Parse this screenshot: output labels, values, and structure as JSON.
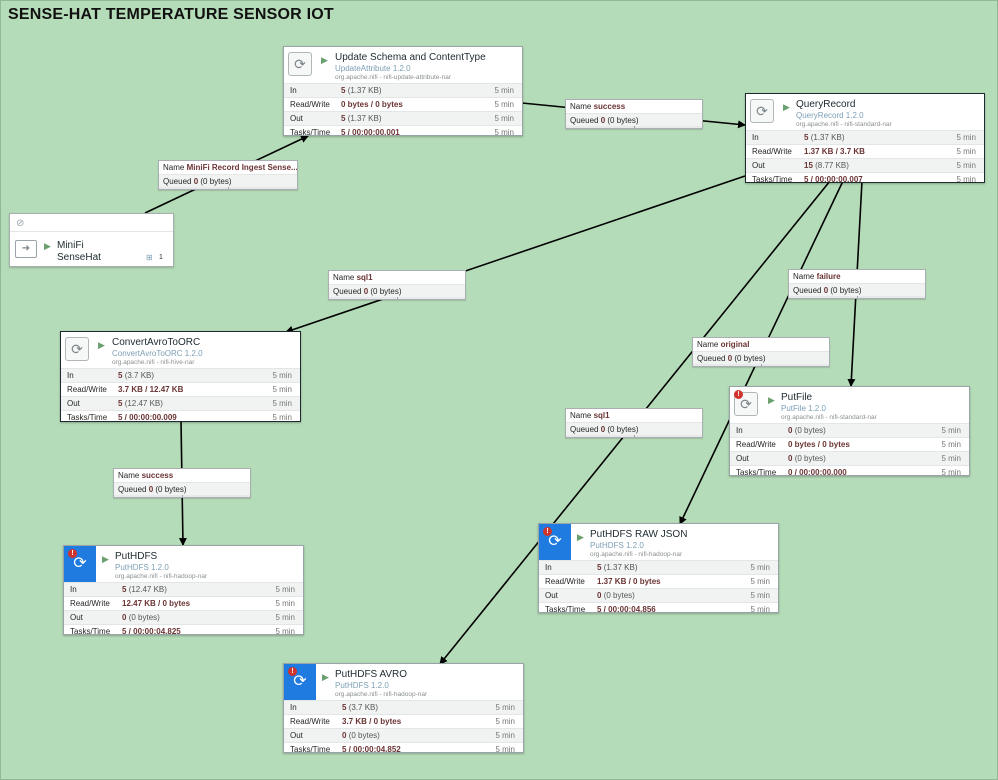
{
  "canvas": {
    "title": "SENSE-HAT TEMPERATURE SENSOR IOT",
    "background_color": "#b5dcb8"
  },
  "remote_group": {
    "name_line1": "MiniFi",
    "name_line2": "SenseHat",
    "port_count": "1"
  },
  "processors": {
    "update_schema": {
      "name": "Update Schema and ContentType",
      "type": "UpdateAttribute 1.2.0",
      "bundle": "org.apache.nifi - nifi-update-attribute-nar",
      "in_count": "5",
      "in_size": "(1.37 KB)",
      "in_time": "5 min",
      "rw": "0 bytes / 0 bytes",
      "rw_time": "5 min",
      "out_count": "5",
      "out_size": "(1.37 KB)",
      "out_time": "5 min",
      "tasks": "5 / 00:00:00.001",
      "tasks_time": "5 min"
    },
    "query_record": {
      "name": "QueryRecord",
      "type": "QueryRecord 1.2.0",
      "bundle": "org.apache.nifi - nifi-standard-nar",
      "in_count": "5",
      "in_size": "(1.37 KB)",
      "in_time": "5 min",
      "rw": "1.37 KB / 3.7 KB",
      "rw_time": "5 min",
      "out_count": "15",
      "out_size": "(8.77 KB)",
      "out_time": "5 min",
      "tasks": "5 / 00:00:00.007",
      "tasks_time": "5 min"
    },
    "convert_avro": {
      "name": "ConvertAvroToORC",
      "type": "ConvertAvroToORC 1.2.0",
      "bundle": "org.apache.nifi - nifi-hive-nar",
      "in_count": "5",
      "in_size": "(3.7 KB)",
      "in_time": "5 min",
      "rw": "3.7 KB / 12.47 KB",
      "rw_time": "5 min",
      "out_count": "5",
      "out_size": "(12.47 KB)",
      "out_time": "5 min",
      "tasks": "5 / 00:00:00.009",
      "tasks_time": "5 min"
    },
    "put_file": {
      "name": "PutFile",
      "type": "PutFile 1.2.0",
      "bundle": "org.apache.nifi - nifi-standard-nar",
      "in_count": "0",
      "in_size": "(0 bytes)",
      "in_time": "5 min",
      "rw": "0 bytes / 0 bytes",
      "rw_time": "5 min",
      "out_count": "0",
      "out_size": "(0 bytes)",
      "out_time": "5 min",
      "tasks": "0 / 00:00:00.000",
      "tasks_time": "5 min"
    },
    "puthdfs": {
      "name": "PutHDFS",
      "type": "PutHDFS 1.2.0",
      "bundle": "org.apache.nifi - nifi-hadoop-nar",
      "in_count": "5",
      "in_size": "(12.47 KB)",
      "in_time": "5 min",
      "rw": "12.47 KB / 0 bytes",
      "rw_time": "5 min",
      "out_count": "0",
      "out_size": "(0 bytes)",
      "out_time": "5 min",
      "tasks": "5 / 00:00:04.825",
      "tasks_time": "5 min"
    },
    "puthdfs_raw": {
      "name": "PutHDFS RAW JSON",
      "type": "PutHDFS 1.2.0",
      "bundle": "org.apache.nifi - nifi-hadoop-nar",
      "in_count": "5",
      "in_size": "(1.37 KB)",
      "in_time": "5 min",
      "rw": "1.37 KB / 0 bytes",
      "rw_time": "5 min",
      "out_count": "0",
      "out_size": "(0 bytes)",
      "out_time": "5 min",
      "tasks": "5 / 00:00:04.856",
      "tasks_time": "5 min"
    },
    "puthdfs_avro": {
      "name": "PutHDFS AVRO",
      "type": "PutHDFS 1.2.0",
      "bundle": "org.apache.nifi - nifi-hadoop-nar",
      "in_count": "5",
      "in_size": "(3.7 KB)",
      "in_time": "5 min",
      "rw": "3.7 KB / 0 bytes",
      "rw_time": "5 min",
      "out_count": "0",
      "out_size": "(0 bytes)",
      "out_time": "5 min",
      "tasks": "5 / 00:00:04.852",
      "tasks_time": "5 min"
    }
  },
  "labels": {
    "in": "In",
    "read_write": "Read/Write",
    "out": "Out",
    "tasks_time": "Tasks/Time",
    "name": "Name",
    "queued": "Queued"
  },
  "connections": {
    "minifi_ingest": {
      "name": "MiniFi Record Ingest Sense...",
      "queued_count": "0",
      "queued_size": "(0 bytes)"
    },
    "success_top": {
      "name": "success",
      "queued_count": "0",
      "queued_size": "(0 bytes)"
    },
    "sql1_left": {
      "name": "sql1",
      "queued_count": "0",
      "queued_size": "(0 bytes)"
    },
    "failure": {
      "name": "failure",
      "queued_count": "0",
      "queued_size": "(0 bytes)"
    },
    "original": {
      "name": "original",
      "queued_count": "0",
      "queued_size": "(0 bytes)"
    },
    "sql1_mid": {
      "name": "sql1",
      "queued_count": "0",
      "queued_size": "(0 bytes)"
    },
    "success_left": {
      "name": "success",
      "queued_count": "0",
      "queued_size": "(0 bytes)"
    }
  },
  "icons": {
    "processor": "processor-icon",
    "hdfs": "hdfs-icon",
    "run": "play-icon",
    "invalid": "warning-badge-icon",
    "transmit": "transmission-disabled-icon",
    "input_port": "input-port-icon"
  }
}
